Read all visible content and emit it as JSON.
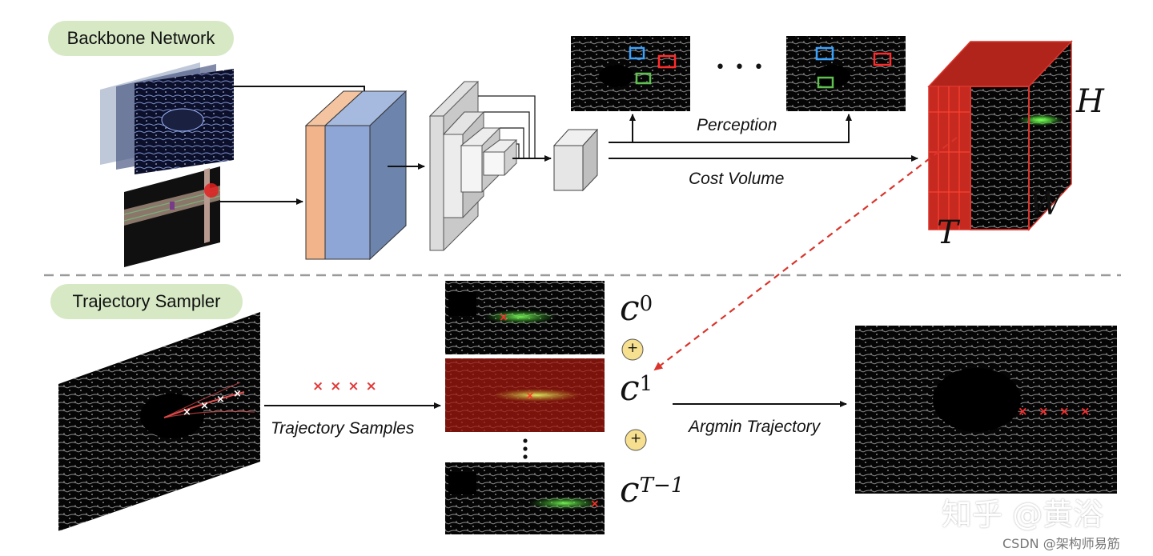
{
  "sections": {
    "backbone": "Backbone Network",
    "sampler": "Trajectory Sampler"
  },
  "labels": {
    "perception": "Perception",
    "cost_volume": "Cost Volume",
    "trajectory_samples": "Trajectory Samples",
    "argmin_trajectory": "Argmin Trajectory"
  },
  "cost_volume_axes": {
    "h": "H",
    "w": "W",
    "t": "T"
  },
  "cost_maps": [
    {
      "base": "c",
      "sup": "0"
    },
    {
      "base": "c",
      "sup": "1"
    },
    {
      "base": "c",
      "sup": "T−1"
    }
  ],
  "symbols": {
    "plus": "+",
    "ellipsis_h": "• • •",
    "sample_marks": "× × × ×"
  },
  "watermark": {
    "zhihu": "知乎 @黄浴",
    "csdn": "CSDN @架构师易筋"
  },
  "colors": {
    "pill_bg": "#d6e8c4",
    "block_orange": "#f2b48a",
    "block_blue": "#8ea6d6",
    "cost_red": "#d9342b",
    "plus_fill": "#f6df8f"
  }
}
